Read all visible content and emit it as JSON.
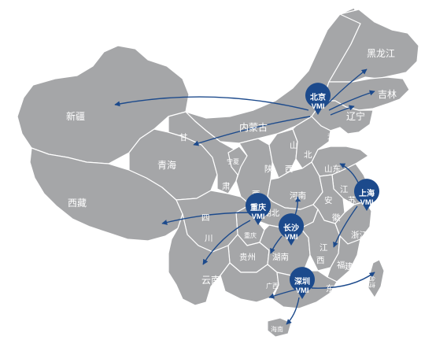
{
  "colors": {
    "land": "#a5a6a8",
    "border": "#ffffff",
    "route": "#1c4a8c",
    "hub": "#1c4a8c",
    "label": "#ffffff"
  },
  "hubs": [
    {
      "id": "beijing",
      "city": "北京",
      "tag": "VMI"
    },
    {
      "id": "shanghai",
      "city": "上海",
      "tag": "VMI"
    },
    {
      "id": "chongqing",
      "city": "重庆",
      "tag": "VMI"
    },
    {
      "id": "changsha",
      "city": "长沙",
      "tag": "VMI"
    },
    {
      "id": "shenzhen",
      "city": "深圳",
      "tag": "VMI"
    }
  ],
  "provinces": {
    "xinjiang": "新疆",
    "xizang": "西藏",
    "qinghai": "青海",
    "gansu_1": "甘",
    "gansu_2": "肃",
    "neimenggu": "内蒙古",
    "heilongjiang": "黑龙江",
    "jilin": "吉林",
    "liaoning": "辽宁",
    "ningxia": "宁夏",
    "shanxi_1": "山",
    "shanxi_2": "西",
    "hebei": "北",
    "tianjin": "天津",
    "shandong": "山东",
    "shaanxi_1": "陕",
    "shaanxi_2": "西",
    "henan": "河南",
    "jiangsu_1": "江",
    "jiangsu_2": "苏",
    "anhui_1": "安",
    "anhui_2": "徽",
    "hubei": "湖北",
    "sichuan_1": "四",
    "sichuan_2": "川",
    "chongqing": "重庆",
    "guizhou": "贵州",
    "hunan": "湖南",
    "jiangxi_1": "江",
    "jiangxi_2": "西",
    "zhejiang": "浙江",
    "fujian_1": "福",
    "fujian_2": "建",
    "yunnan": "云南",
    "guangxi": "广西",
    "guangdong": "东",
    "taiwan": "台湾",
    "hainan": "海南"
  }
}
